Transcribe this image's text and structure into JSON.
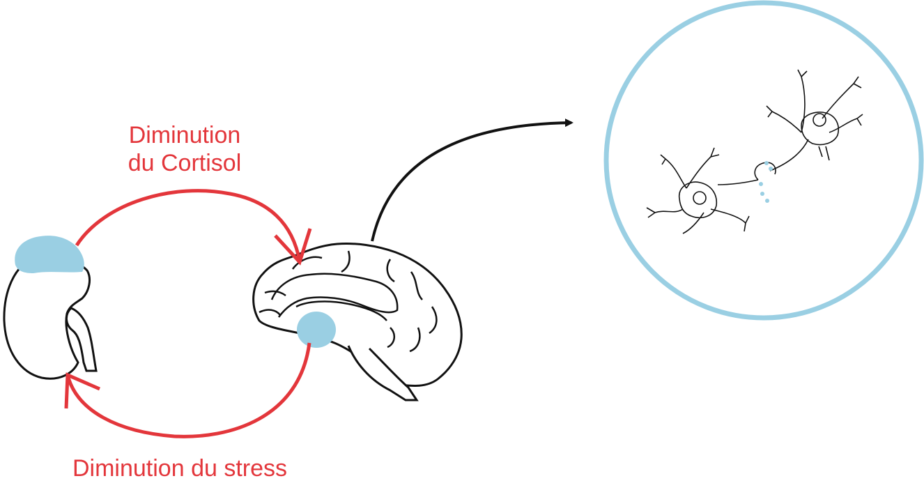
{
  "labels": {
    "cortisol_line1": "Diminution",
    "cortisol_line2": "du Cortisol",
    "stress": "Diminution du stress"
  },
  "colors": {
    "feedback_arrow": "#e3363b",
    "highlight": "#9acfe3",
    "outline": "#111111",
    "zoom_arrow": "#111111",
    "zoom_circle": "#9acfe3"
  },
  "icons": {
    "kidney": "kidney-with-adrenal-gland-icon",
    "brain": "brain-sagittal-with-hippocampus-icon",
    "neurons": "neuron-pair-synapse-icon"
  }
}
